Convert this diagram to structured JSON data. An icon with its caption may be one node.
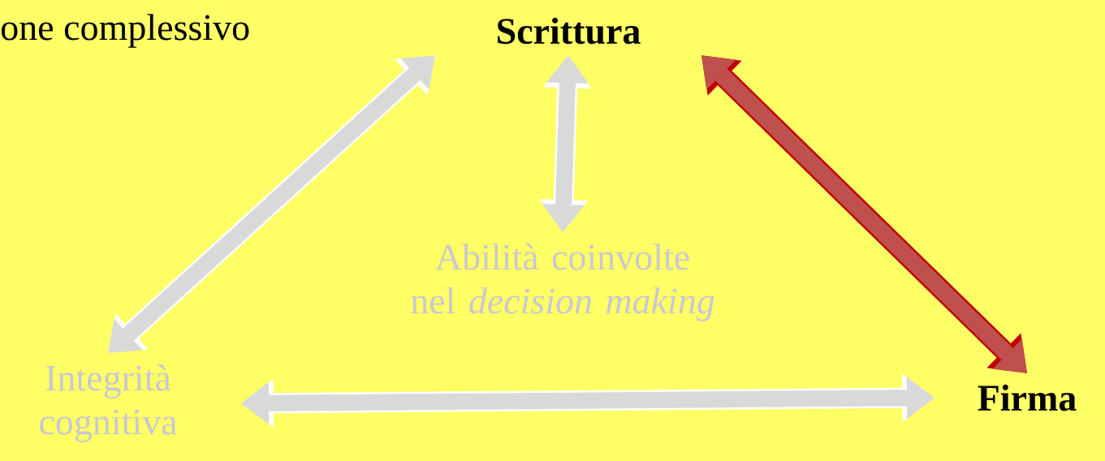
{
  "diagram": {
    "nodes": [
      {
        "text": [
          "Scrittura"
        ]
      },
      {
        "text": [
          "Abilità coinvolte nel *decision making*"
        ]
      },
      {
        "text": [
          "Integrità cognitiva"
        ]
      },
      {
        "text": [
          "Firma"
        ]
      }
    ],
    "edges": [
      {
        "from": 0,
        "to": 2,
        "arrow": "both"
      },
      {
        "from": 0,
        "to": 1,
        "arrow": "both"
      },
      {
        "from": 0,
        "to": 3,
        "arrow": "both",
        "color": "#c0504d"
      },
      {
        "from": 2,
        "to": 3,
        "arrow": "both"
      }
    ],
    "labels": [
      "one complessivo"
    ]
  }
}
